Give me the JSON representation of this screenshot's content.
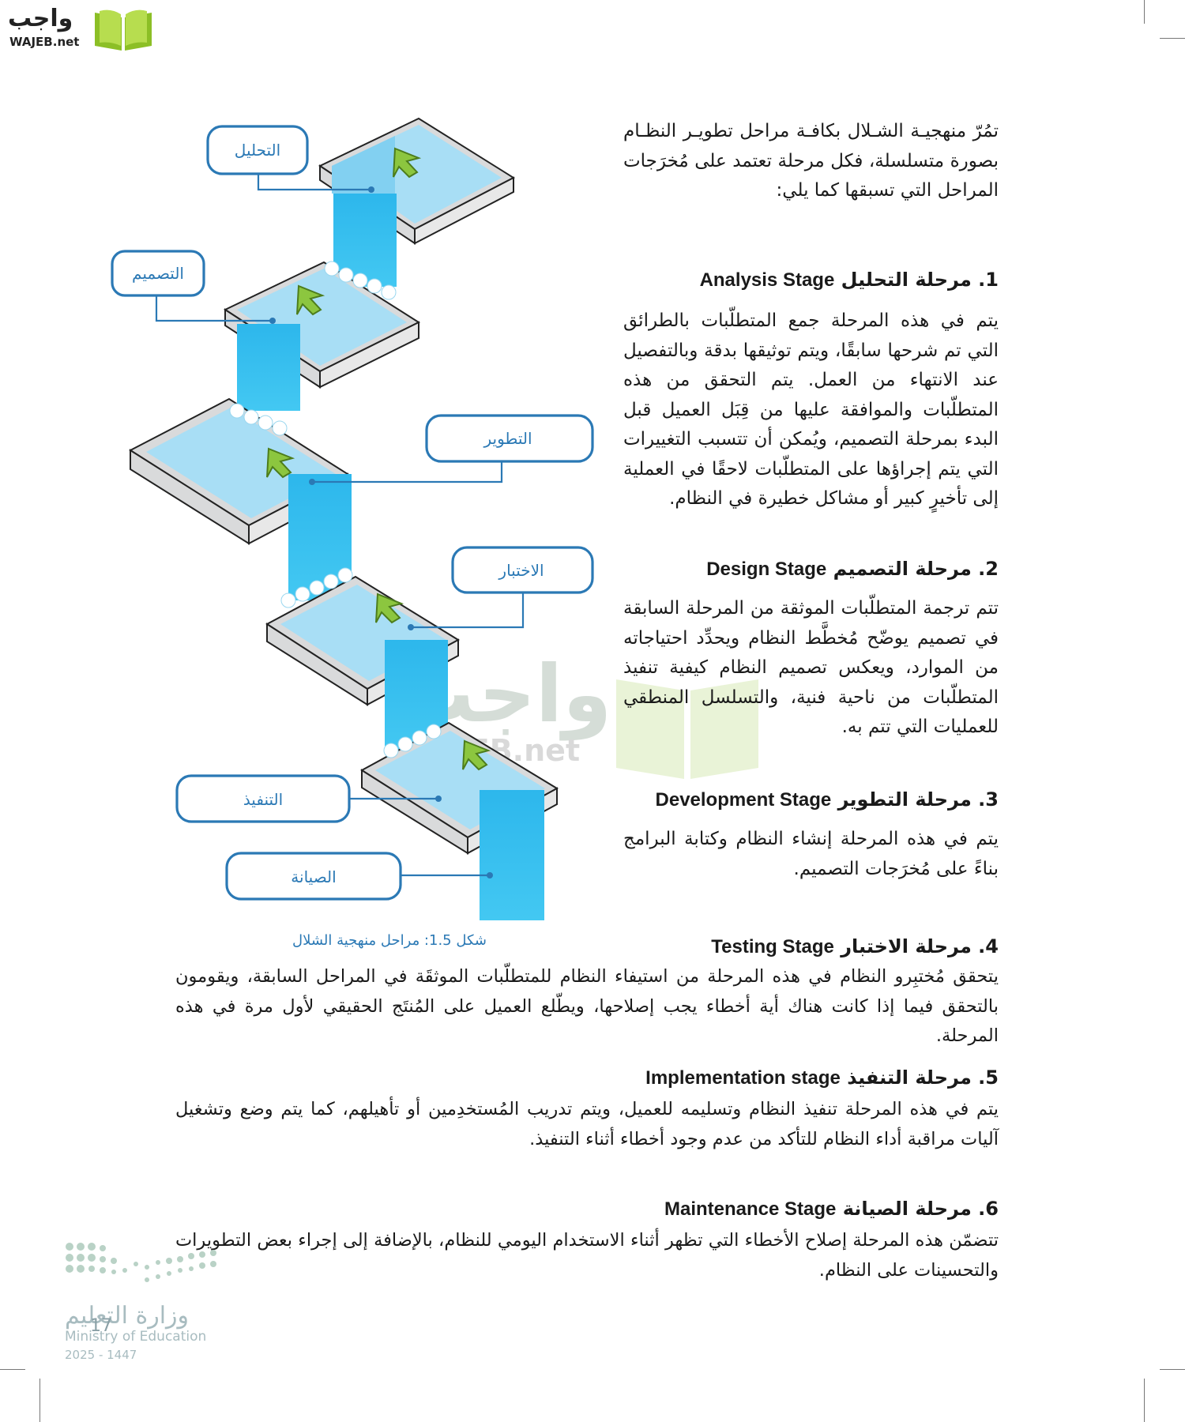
{
  "header": {
    "logo_ar": "واجب",
    "logo_en": "WAJEB.net"
  },
  "intro": "تمُرّ منهجيـة الشـلال بكافـة مراحل تطويـر النظـام بصورة متسلسلة، فكل مرحلة تعتمد على مُخرَجات المراحل التي تسبقها كما يلي:",
  "sections": [
    {
      "num": "1.",
      "title_ar": "مرحلة التحليل",
      "title_en": "Analysis Stage",
      "text": "يتم في هذه المرحلة جمع المتطلّبات بالطرائق التي تم شرحها سابقًا، ويتم توثيقها بدقة وبالتفصيل عند الانتهاء من العمل. يتم التحقق من هذه المتطلّبات والموافقة عليها من قِبَل العميل قبل البدء بمرحلة التصميم، ويُمكن أن تتسبب التغييرات التي يتم إجراؤها على المتطلّبات لاحقًا في العملية إلى تأخيرٍ كبير أو مشاكل خطيرة في النظام."
    },
    {
      "num": "2.",
      "title_ar": "مرحلة التصميم",
      "title_en": "Design Stage",
      "text": "تتم ترجمة المتطلّبات الموثقة من المرحلة السابقة في تصميم يوضّح مُخطَّط النظام ويحدِّد احتياجاته من الموارد، ويعكس تصميم النظام كيفية تنفيذ المتطلّبات من ناحية فنية، والتسلسل المنطقي للعمليات التي تتم به."
    },
    {
      "num": "3.",
      "title_ar": "مرحلة التطوير",
      "title_en": "Development Stage",
      "text": "يتم في هذه المرحلة إنشاء النظام وكتابة البرامج بناءً على مُخرَجات التصميم."
    },
    {
      "num": "4.",
      "title_ar": "مرحلة الاختبار",
      "title_en": "Testing Stage",
      "text": "يتحقق مُختبِرو النظام في هذه المرحلة من استيفاء النظام للمتطلّبات الموثقَة في المراحل السابقة، ويقومون بالتحقق فيما إذا كانت هناك أية أخطاء يجب إصلاحها، ويطّلع العميل على المُنتَج الحقيقي لأول مرة في هذه المرحلة."
    },
    {
      "num": "5.",
      "title_ar": "مرحلة التنفيذ",
      "title_en": "Implementation stage",
      "text": "يتم في هذه المرحلة تنفيذ النظام وتسليمه للعميل، ويتم تدريب المُستخدِمين أو تأهيلهم، كما يتم وضع وتشغيل آليات مراقبة أداء النظام للتأكد من عدم وجود أخطاء أثناء التنفيذ."
    },
    {
      "num": "6.",
      "title_ar": "مرحلة الصيانة",
      "title_en": "Maintenance Stage",
      "text": "تتضمّن هذه المرحلة إصلاح الأخطاء التي تظهر أثناء الاستخدام اليومي للنظام، بالإضافة إلى إجراء بعض التطويرات والتحسينات على النظام."
    }
  ],
  "diagram": {
    "labels": [
      "التحليل",
      "التصميم",
      "التطوير",
      "الاختبار",
      "التنفيذ",
      "الصيانة"
    ],
    "caption": "شكل 1.5: مراحل منهجية الشلال"
  },
  "footer": {
    "moe_ar": "وزارة التعليم",
    "moe_en": "Ministry of Education",
    "year": "2025 - 1447",
    "page_number": "17"
  },
  "watermark": {
    "ar": "واجب",
    "en": "WAJEB.net"
  },
  "colors": {
    "accent_blue": "#2b79b5",
    "water": "#35c0ee",
    "arrow_green": "#8cc63f"
  }
}
